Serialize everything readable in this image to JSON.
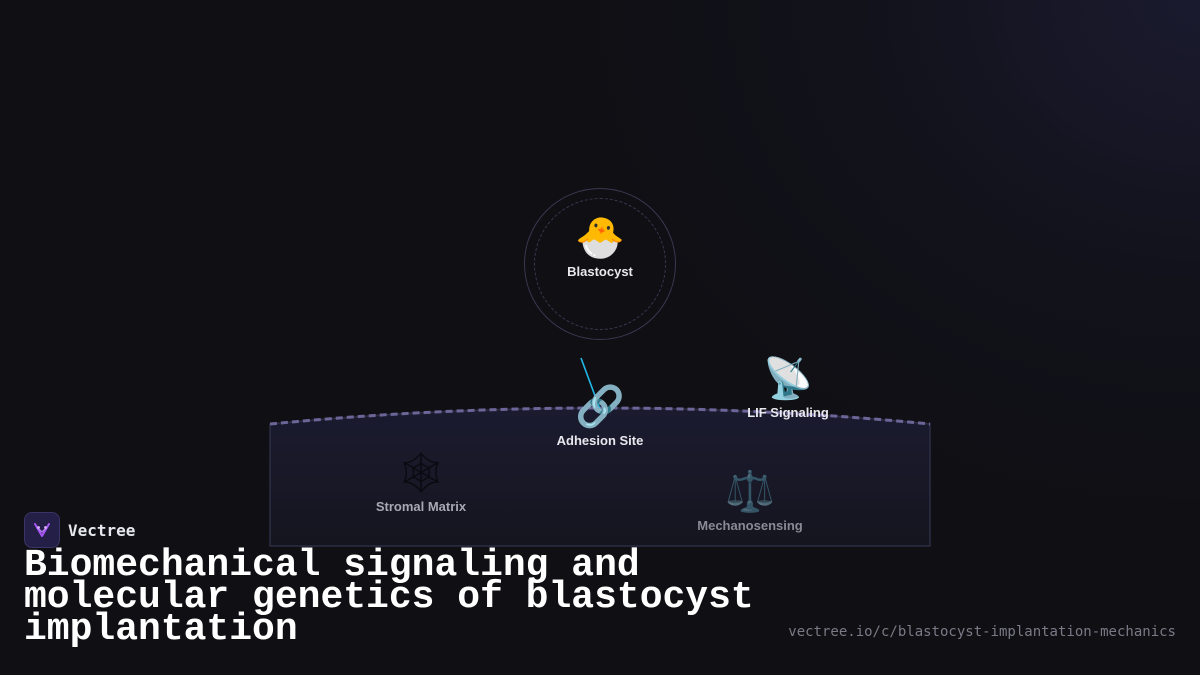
{
  "diagram": {
    "nodes": [
      {
        "id": "blastocyst",
        "label": "Blastocyst",
        "icon": "hatching-chick-icon",
        "glyph": "🐣"
      },
      {
        "id": "adhesion",
        "label": "Adhesion Site",
        "icon": "link-icon",
        "glyph": "🔗"
      },
      {
        "id": "lif",
        "label": "LIF Signaling",
        "icon": "satellite-antenna-icon",
        "glyph": "📡"
      },
      {
        "id": "stromal",
        "label": "Stromal Matrix",
        "icon": "spider-web-icon",
        "glyph": "🕸"
      },
      {
        "id": "mechano",
        "label": "Mechanosensing",
        "icon": "balance-scale-icon",
        "glyph": "⚖️"
      }
    ],
    "edges": [
      {
        "from": "blastocyst",
        "to": "adhesion",
        "color": "#22b8e8"
      }
    ],
    "colors": {
      "tissue_fill": "#1a1a2e",
      "tissue_border_dashed": "#6b6598",
      "accent_edge": "#22b8e8"
    }
  },
  "brand": {
    "name": "Vectree",
    "logo_icon": "vectree-logo-icon",
    "logo_color": "#a855f7"
  },
  "title": "Biomechanical signaling and molecular genetics of blastocyst implantation",
  "url": "vectree.io/c/blastocyst-implantation-mechanics"
}
